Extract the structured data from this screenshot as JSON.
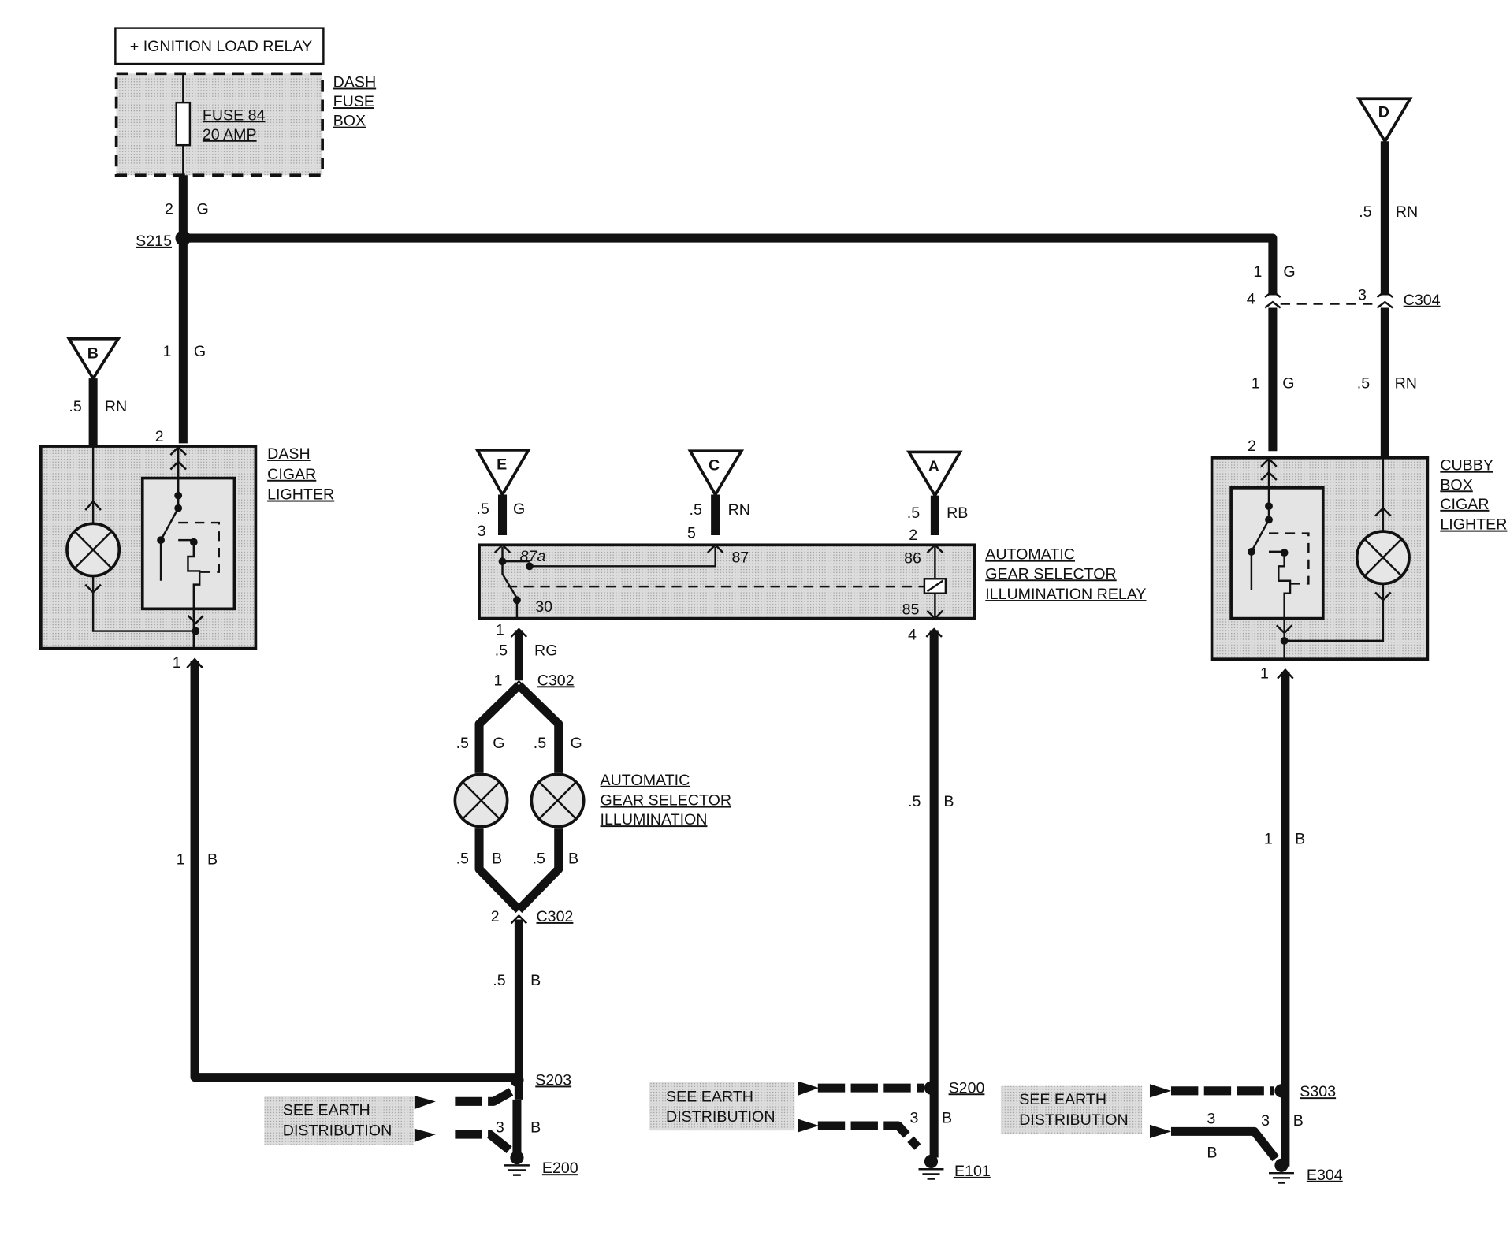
{
  "ignition_relay": "+ IGNITION LOAD RELAY",
  "fuse_box": {
    "name": [
      "DASH",
      "FUSE",
      "BOX"
    ],
    "fuse": [
      "FUSE 84",
      "20 AMP"
    ]
  },
  "splices": {
    "s215": "S215",
    "s203": "S203",
    "s200": "S200",
    "s303": "S303"
  },
  "grounds": {
    "e200": "E200",
    "e101": "E101",
    "e304": "E304"
  },
  "connectors": {
    "c302a": "C302",
    "c302b": "C302",
    "c304": "C304"
  },
  "references": {
    "a": "A",
    "b": "B",
    "c": "C",
    "d": "D",
    "e": "E"
  },
  "components": {
    "dash_lighter": [
      "DASH",
      "CIGAR",
      "LIGHTER"
    ],
    "cubby_lighter": [
      "CUBBY",
      "BOX",
      "CIGAR",
      "LIGHTER"
    ],
    "relay": [
      "AUTOMATIC",
      "GEAR SELECTOR",
      "ILLUMINATION RELAY"
    ],
    "illumination": [
      "AUTOMATIC",
      "GEAR SELECTOR",
      "ILLUMINATION"
    ]
  },
  "relay_terminals": {
    "t87a": "87a",
    "t87": "87",
    "t86": "86",
    "t85": "85",
    "t30": "30"
  },
  "earth_label": [
    "SEE EARTH",
    "DISTRIBUTION"
  ],
  "wire_labels": {
    "fuse_out": {
      "pin": "2",
      "color": "G"
    },
    "s215_down": {
      "size": "1",
      "color": "G"
    },
    "b_ref": {
      "size": ".5",
      "color": "RN"
    },
    "dash_pin_top": "2",
    "dash_pin_bot": "1",
    "dash_ground": {
      "size": "1",
      "color": "B"
    },
    "e_ref": {
      "size": ".5",
      "color": "G"
    },
    "relay_pin3": "3",
    "c_ref": {
      "size": ".5",
      "color": "RN"
    },
    "relay_pin5": "5",
    "a_ref": {
      "size": ".5",
      "color": "RB"
    },
    "relay_pin2": "2",
    "relay_pin1": "1",
    "relay_out": {
      "size": ".5",
      "color": "RG"
    },
    "c302a_pin": "1",
    "lamp_left_top": {
      "size": ".5",
      "color": "G"
    },
    "lamp_right_top": {
      "size": ".5",
      "color": "G"
    },
    "lamp_left_bot": {
      "size": ".5",
      "color": "B"
    },
    "lamp_right_bot": {
      "size": ".5",
      "color": "B"
    },
    "c302b_pin": "2",
    "c302_ground": {
      "size": ".5",
      "color": "B"
    },
    "e200_wire": {
      "size": "3",
      "color": "B"
    },
    "relay_pin4": "4",
    "relay_ground": {
      "size": ".5",
      "color": "B"
    },
    "e101_wire": {
      "size": "3",
      "color": "B"
    },
    "d_ref": {
      "size": ".5",
      "color": "RN"
    },
    "g_top": {
      "pin": "1",
      "color": "G"
    },
    "c304_pin4": "4",
    "c304_pin3": "3",
    "g_bottom": {
      "size": "1",
      "color": "G"
    },
    "rn_bottom": {
      "size": ".5",
      "color": "RN"
    },
    "cubby_pin_top": "2",
    "cubby_pin_bot": "1",
    "cubby_ground": {
      "size": "1",
      "color": "B"
    },
    "e304_wire": {
      "size": "3",
      "color": "B"
    },
    "e304_branch": {
      "pin": "3",
      "color": "B"
    }
  }
}
